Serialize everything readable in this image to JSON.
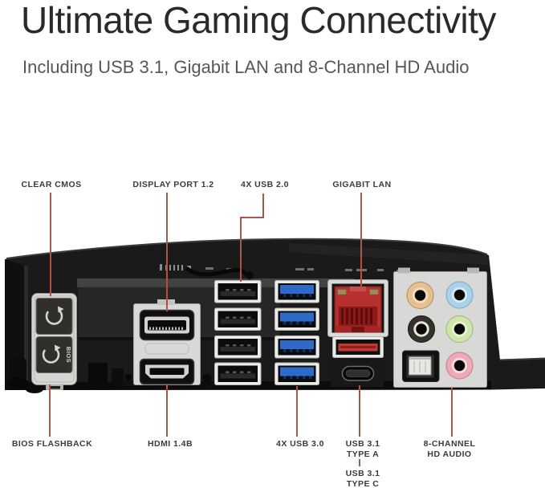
{
  "header": {
    "title": "Ultimate Gaming Connectivity",
    "subtitle": "Including USB 3.1, Gigabit LAN and 8-Channel HD Audio"
  },
  "callouts": {
    "top": [
      {
        "id": "clear-cmos",
        "label": "CLEAR CMOS"
      },
      {
        "id": "display-port",
        "label": "DISPLAY PORT 1.2"
      },
      {
        "id": "usb-2-0",
        "label": "4X USB 2.0"
      },
      {
        "id": "gigabit-lan",
        "label": "GIGABIT LAN"
      }
    ],
    "bottom": [
      {
        "id": "bios-flashback",
        "label": "BIOS FLASHBACK"
      },
      {
        "id": "hdmi",
        "label": "HDMI 1.4B"
      },
      {
        "id": "usb-3-0",
        "label": "4X USB 3.0"
      },
      {
        "id": "usb-3-1-type-a",
        "line1": "USB 3.1",
        "line2": "TYPE A"
      },
      {
        "id": "usb-3-1-type-c",
        "line1": "USB 3.1",
        "line2": "TYPE C"
      },
      {
        "id": "hd-audio",
        "line1": "8-CHANNEL",
        "line2": "HD AUDIO"
      }
    ]
  },
  "board": {
    "bios_button_label": "BIOS"
  },
  "colors": {
    "title_text": "#2b2a29",
    "subtitle_text": "#55565a",
    "label_text": "#3e3a37",
    "leader_line": "#a65a4e",
    "leader_line_on_board": "#bf4a3d",
    "lan_port_red": "#b5302e",
    "usb31_type_a_red": "#c23a34",
    "usb3_tongue_blue": "#2e6bc8",
    "audio_jacks": {
      "center_subwoofer": "#e5c191",
      "line_in": "#a9d2e9",
      "rear_surround": "#34322e",
      "line_out": "#cfe5ab",
      "microphone": "#edaab6"
    }
  }
}
